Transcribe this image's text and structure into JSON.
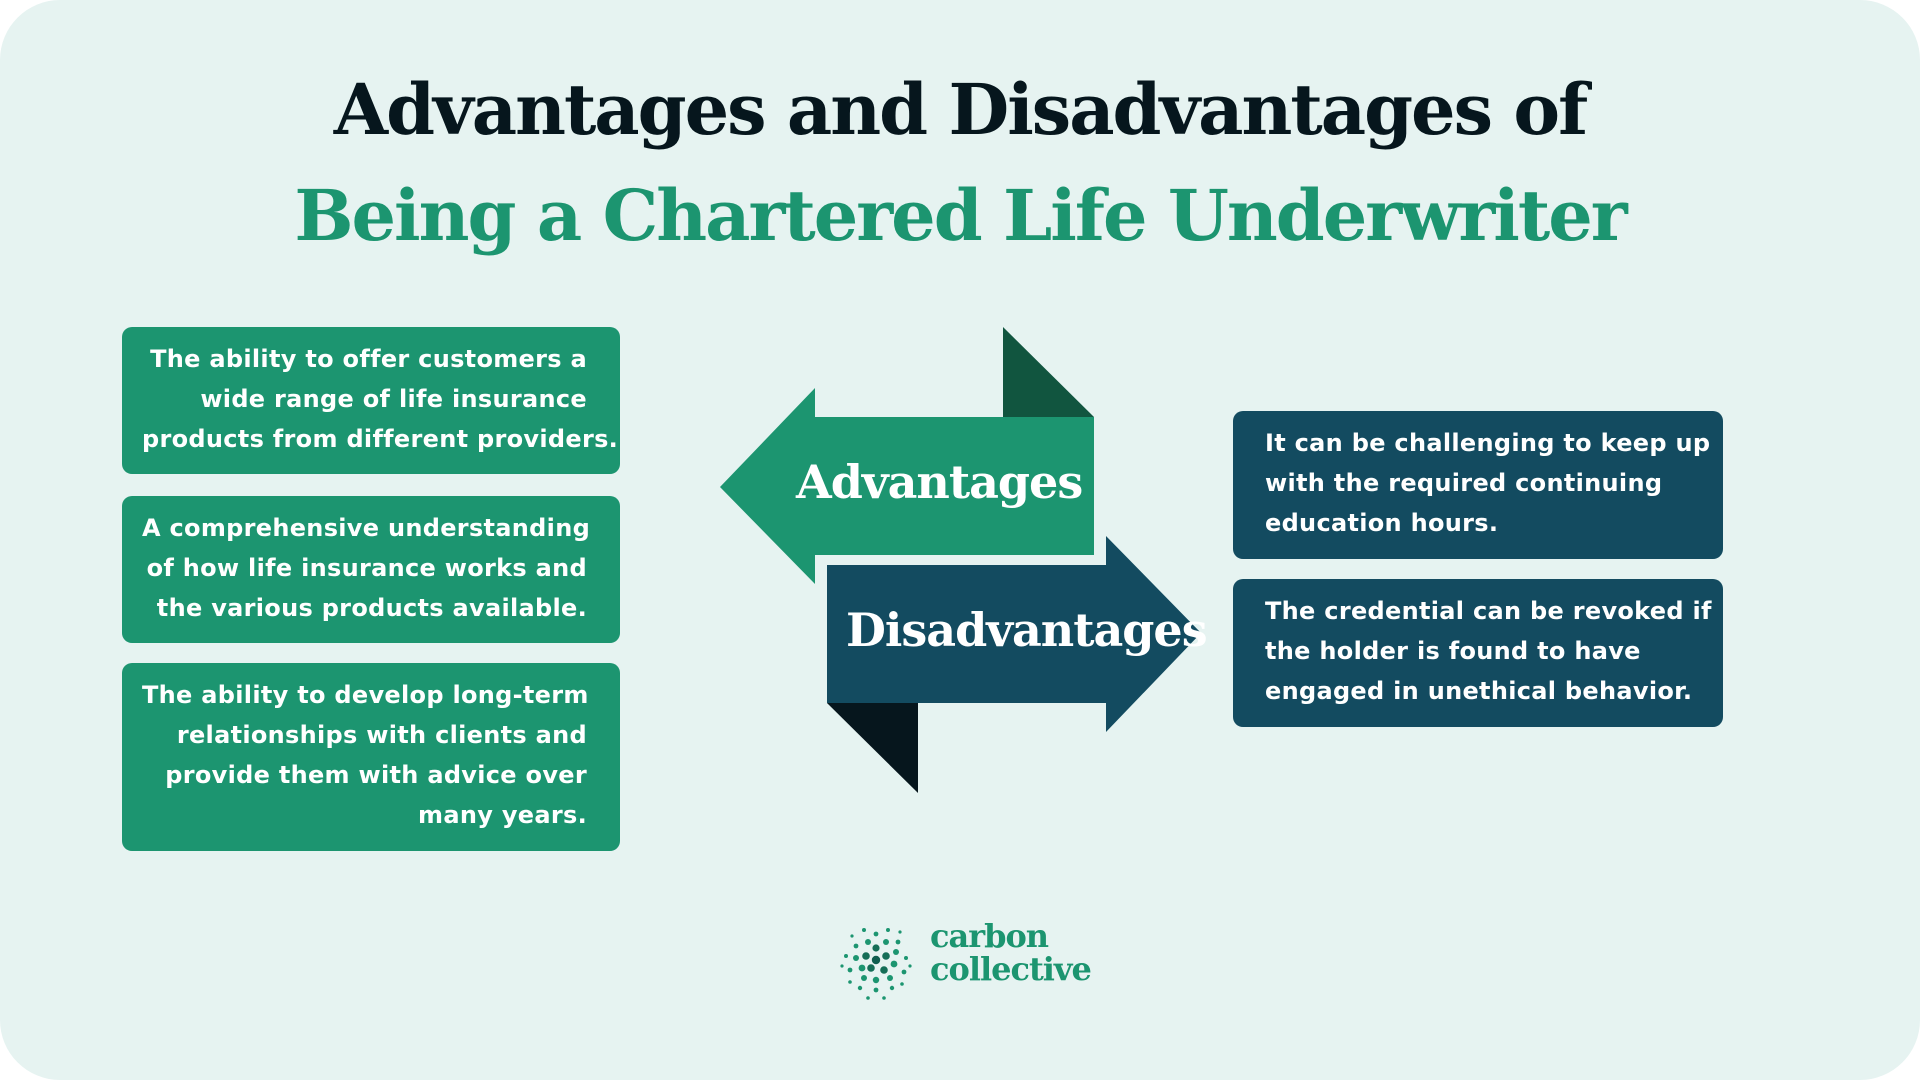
{
  "header": {
    "title_line_1": "Advantages and Disadvantages of",
    "title_line_2": "Being a Chartered Life Underwriter"
  },
  "arrows": {
    "advantages_label": "Advantages",
    "disadvantages_label": "Disadvantages"
  },
  "advantages": [
    {
      "lines": [
        "The ability to offer customers a",
        "wide range of life insurance",
        "products from different providers."
      ]
    },
    {
      "lines": [
        "A comprehensive understanding",
        "of how life insurance works and",
        "the various products available."
      ]
    },
    {
      "lines": [
        "The ability to develop long-term",
        "relationships with clients and",
        "provide them with advice over",
        "many years."
      ]
    }
  ],
  "disadvantages": [
    {
      "lines": [
        "It can be challenging to keep up",
        "with the required continuing",
        "education hours."
      ]
    },
    {
      "lines": [
        "The credential can be revoked if",
        "the holder is found to have",
        "engaged in unethical behavior."
      ]
    }
  ],
  "brand": {
    "logo_icon": "dot-sphere-icon",
    "name_line_1": "carbon",
    "name_line_2": "collective"
  },
  "colors": {
    "background": "#e6f3f1",
    "green": "#1c9570",
    "dark_green": "#11553f",
    "blue": "#134b60",
    "near_black": "#06161d",
    "text_light": "#ffffff"
  }
}
